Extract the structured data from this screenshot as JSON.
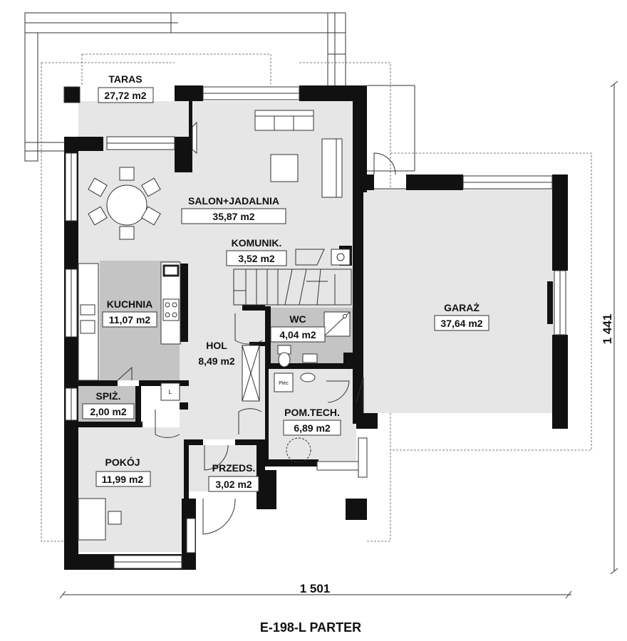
{
  "title": "E-198-L PARTER",
  "dimensions": {
    "width_label": "1 501",
    "height_label": "1 441"
  },
  "rooms": {
    "taras": {
      "name": "TARAS",
      "area": "27,72 m2"
    },
    "salon": {
      "name": "SALON+JADALNIA",
      "area": "35,87 m2"
    },
    "komunik": {
      "name": "KOMUNIK.",
      "area": "3,52 m2"
    },
    "kuchnia": {
      "name": "KUCHNIA",
      "area": "11,07 m2"
    },
    "wc": {
      "name": "WC",
      "area": "4,04 m2"
    },
    "hol": {
      "name": "HOL",
      "area": "8,49 m2"
    },
    "garaz": {
      "name": "GARAŻ",
      "area": "37,64 m2"
    },
    "spiz": {
      "name": "SPIŻ.",
      "area": "2,00 m2"
    },
    "pomtech": {
      "name": "POM.TECH.",
      "area": "6,89 m2"
    },
    "pokoj": {
      "name": "POKÓJ",
      "area": "11,99 m2"
    },
    "przeds": {
      "name": "PRZEDS.",
      "area": "3,02 m2"
    }
  },
  "fixtures": {
    "boiler": "Piec",
    "fridge": "L"
  },
  "colors": {
    "wall": "#111111",
    "floor_light": "#e6e6e6",
    "floor_dark": "#c4c4c4",
    "line": "#333333"
  }
}
